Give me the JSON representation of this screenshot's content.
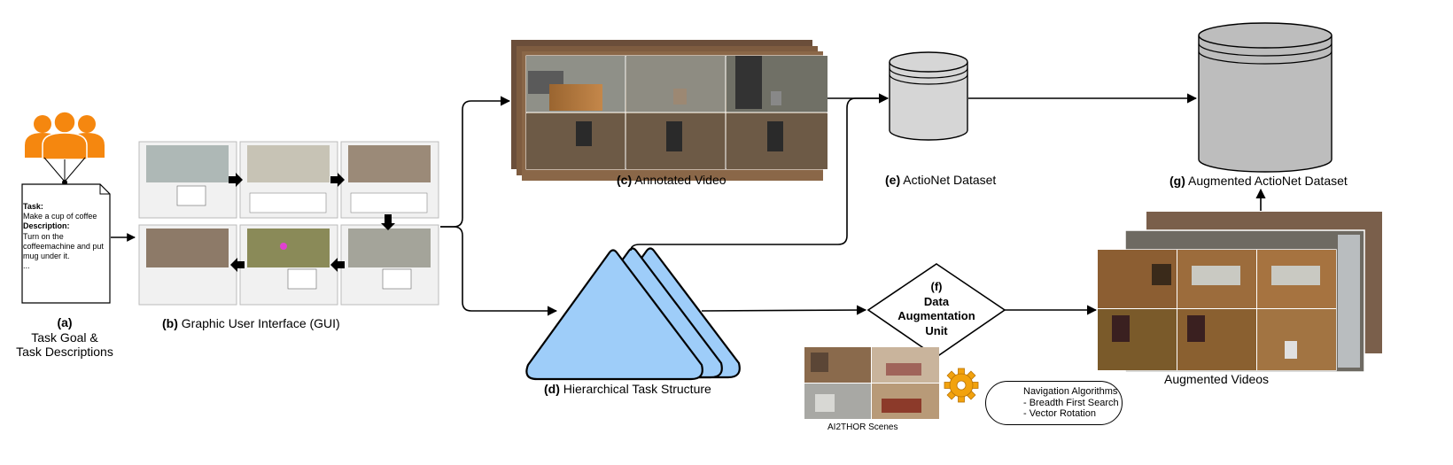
{
  "labels": {
    "a_letter": "(a)",
    "a_line1": "Task Goal &",
    "a_line2": "Task Descriptions",
    "b_letter": "(b)",
    "b_text": "Graphic User Interface (GUI)",
    "c_letter": "(c)",
    "c_text": "Annotated Video",
    "d_letter": "(d)",
    "d_text": "Hierarchical Task Structure",
    "e_letter": "(e)",
    "e_text": "ActioNet Dataset",
    "f_letter": "(f)",
    "f_line1": "Data",
    "f_line2": "Augmentation",
    "f_line3": "Unit",
    "g_letter": "(g)",
    "g_text": "Augmented ActioNet Dataset",
    "augmented_videos": "Augmented Videos",
    "ai2thor": "AI2THOR Scenes"
  },
  "document": {
    "task_label": "Task:",
    "task_value": "Make a cup of coffee",
    "description_label": "Description:",
    "description_line1": "Turn on the",
    "description_line2": "coffeemachine and put",
    "description_line3": "mug under it.",
    "ellipsis": "..."
  },
  "navigation": {
    "title": "Navigation Algorithms",
    "item1": "- Breadth First Search",
    "item2": "- Vector Rotation"
  },
  "colors": {
    "users": "#f5870f",
    "triangle": "#9ecdf9",
    "cylinder_small": "#d6d6d6",
    "cylinder_large": "#bdbdbd",
    "gear": "#f2a20d"
  }
}
